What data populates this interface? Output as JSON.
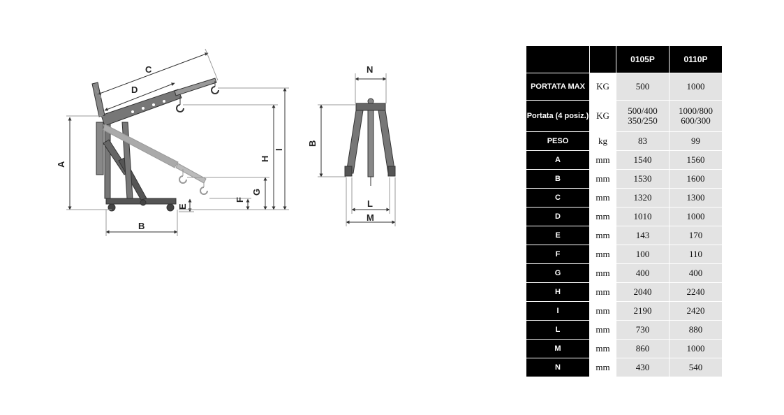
{
  "diagram": {
    "left_labels": {
      "A": "A",
      "B": "B",
      "C": "C",
      "D": "D",
      "E": "E",
      "F": "F",
      "G": "G",
      "H": "H",
      "I": "I"
    },
    "front_labels": {
      "N": "N",
      "B": "B",
      "L": "L",
      "M": "M"
    }
  },
  "table": {
    "models": [
      "0105P",
      "0110P"
    ],
    "rows": [
      {
        "label": "PORTATA MAX",
        "unit": "KG",
        "v1": "500",
        "v2": "1000"
      },
      {
        "label": "Portata (4 posiz.)",
        "unit": "KG",
        "v1a": "500/400",
        "v1b": "350/250",
        "v2a": "1000/800",
        "v2b": "600/300"
      },
      {
        "label": "PESO",
        "unit": "kg",
        "v1": "83",
        "v2": "99"
      },
      {
        "label": "A",
        "unit": "mm",
        "v1": "1540",
        "v2": "1560"
      },
      {
        "label": "B",
        "unit": "mm",
        "v1": "1530",
        "v2": "1600"
      },
      {
        "label": "C",
        "unit": "mm",
        "v1": "1320",
        "v2": "1300"
      },
      {
        "label": "D",
        "unit": "mm",
        "v1": "1010",
        "v2": "1000"
      },
      {
        "label": "E",
        "unit": "mm",
        "v1": "143",
        "v2": "170"
      },
      {
        "label": "F",
        "unit": "mm",
        "v1": "100",
        "v2": "110"
      },
      {
        "label": "G",
        "unit": "mm",
        "v1": "400",
        "v2": "400"
      },
      {
        "label": "H",
        "unit": "mm",
        "v1": "2040",
        "v2": "2240"
      },
      {
        "label": "I",
        "unit": "mm",
        "v1": "2190",
        "v2": "2420"
      },
      {
        "label": "L",
        "unit": "mm",
        "v1": "730",
        "v2": "880"
      },
      {
        "label": "M",
        "unit": "mm",
        "v1": "860",
        "v2": "1000"
      },
      {
        "label": "N",
        "unit": "mm",
        "v1": "430",
        "v2": "540"
      }
    ]
  }
}
